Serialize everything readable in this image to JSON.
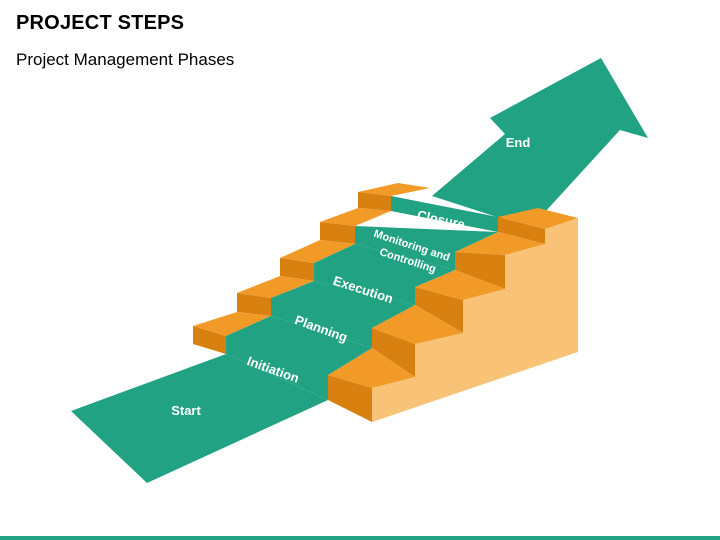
{
  "title": "PROJECT STEPS",
  "subtitle": "Project Management Phases",
  "start_label": "Start",
  "end_label": "End",
  "steps": [
    {
      "label": "Initiation"
    },
    {
      "label": "Planning"
    },
    {
      "label": "Execution"
    },
    {
      "label": "Monitoring and Controlling",
      "line1": "Monitoring and",
      "line2": "Controlling"
    },
    {
      "label": "Closure"
    }
  ],
  "colors": {
    "teal": "#21a283",
    "teal_dark": "#18866b",
    "orange": "#f29a27",
    "orange_dark": "#d98110",
    "peach": "#f8c376"
  }
}
